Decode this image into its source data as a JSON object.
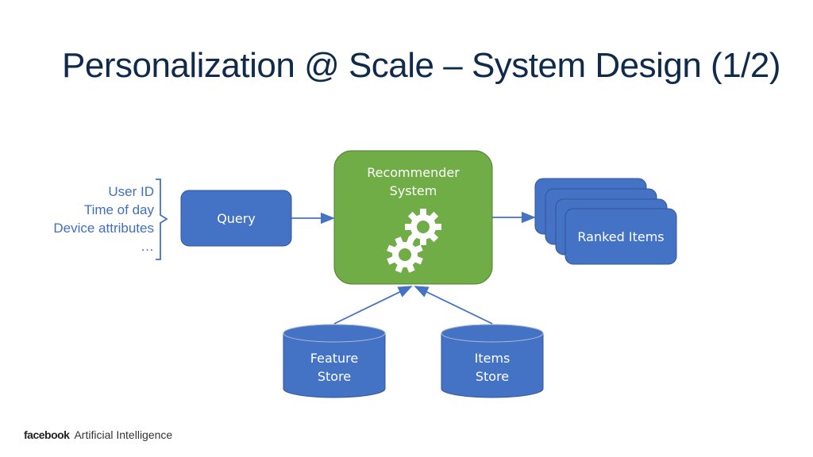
{
  "title": "Personalization @ Scale – System Design (1/2)",
  "context_items": [
    "User ID",
    "Time of day",
    "Device attributes",
    "…"
  ],
  "nodes": {
    "query": "Query",
    "recommender_line1": "Recommender",
    "recommender_line2": "System",
    "ranked_items": "Ranked Items",
    "feature_store_line1": "Feature",
    "feature_store_line2": "Store",
    "items_store_line1": "Items",
    "items_store_line2": "Store"
  },
  "footer": {
    "brand": "facebook",
    "label": "Artificial Intelligence"
  },
  "colors": {
    "blue_box": "#4472c4",
    "blue_border": "#2f5597",
    "green_box": "#70ad47",
    "green_border": "#507e32",
    "arrow": "#4472c4",
    "title": "#0f2a4a"
  },
  "icons": [
    "gear-icon",
    "gear-icon"
  ]
}
